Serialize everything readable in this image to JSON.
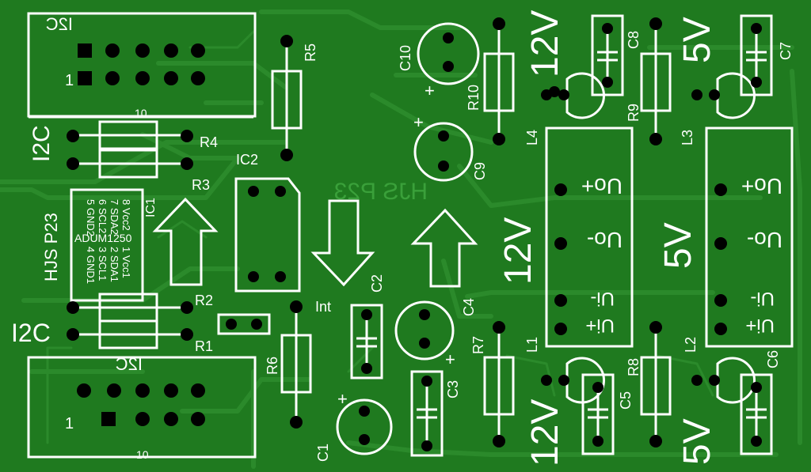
{
  "board": {
    "title": "HJS P23",
    "connectors": {
      "i2c_top": "I2C",
      "i2c_bottom": "I2C",
      "pin1": "1",
      "pins10": "10"
    },
    "ic1": {
      "ref": "IC1",
      "part": "ADUM1250",
      "pins_left": [
        "5 GND2",
        "6 SCL2",
        "7 SDA2",
        "8 Vcc2"
      ],
      "pins_right": [
        "4 GND1",
        "3 SCL1",
        "2 SDA1",
        "1 Vcc1"
      ]
    },
    "ic2": {
      "ref": "IC2"
    },
    "resistors": [
      "R1",
      "R2",
      "R3",
      "R4",
      "R5",
      "R6",
      "R7",
      "R8",
      "R9",
      "R10"
    ],
    "capacitors": [
      "C1",
      "C2",
      "C3",
      "C4",
      "C5",
      "C6",
      "C7",
      "C8",
      "C9",
      "C10"
    ],
    "leds": [
      "L1",
      "L2",
      "L3",
      "L4"
    ],
    "int_label": "Int",
    "voltages": {
      "v12": "12V",
      "v5": "5V"
    },
    "module_pins": {
      "uo_plus": "Uo+",
      "uo_minus": "Uo-",
      "ui_minus": "Ui-",
      "ui_plus": "Ui+"
    },
    "polarity": "+",
    "mirrored_text": "HJS P23"
  }
}
